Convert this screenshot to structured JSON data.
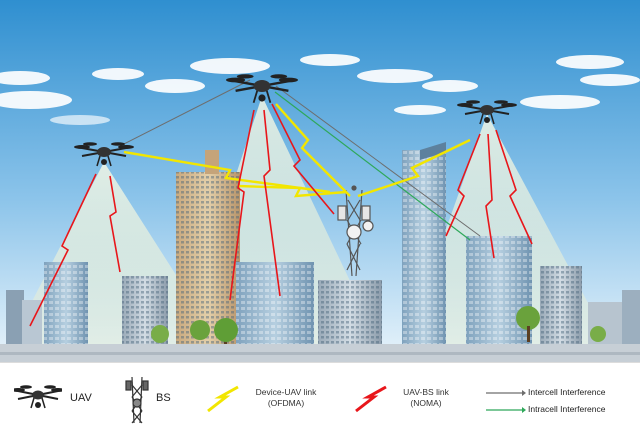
{
  "legend": {
    "uav": "UAV",
    "bs": "BS",
    "device_uav_link": {
      "line1": "Device-UAV link",
      "line2": "(OFDMA)"
    },
    "uav_bs_link": {
      "line1": "UAV-BS link",
      "line2": "(NOMA)"
    },
    "intercell": "Intercell Interference",
    "intracell": "Intracell Interference"
  },
  "colors": {
    "device_uav_link": "#f2e600",
    "uav_bs_link": "#e8161b",
    "intercell_interference": "#6d6d6d",
    "intracell_interference": "#2fa85a",
    "sky_top": "#2f8fd0",
    "sky_bottom": "#e9f4fb"
  },
  "icons": {
    "uav": "quadcopter-drone-icon",
    "bs": "cell-tower-icon"
  }
}
